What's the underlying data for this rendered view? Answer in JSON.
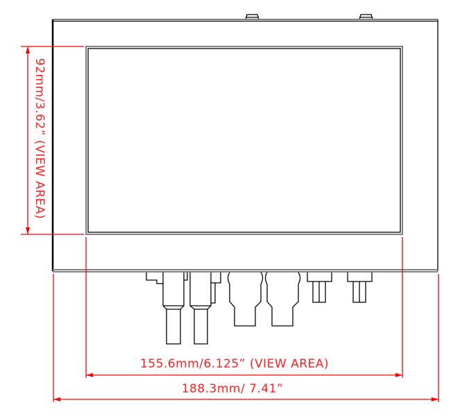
{
  "drawing": {
    "view_area_height_label": "92mm/3.62” (VIEW AREA)",
    "view_area_width_label": "155.6mm/6.125” (VIEW AREA)",
    "overall_width_label": "188.3mm/ 7.41”"
  },
  "colors": {
    "dimension": "#ff0000",
    "outline": "#000000",
    "bezel": "#808080"
  }
}
